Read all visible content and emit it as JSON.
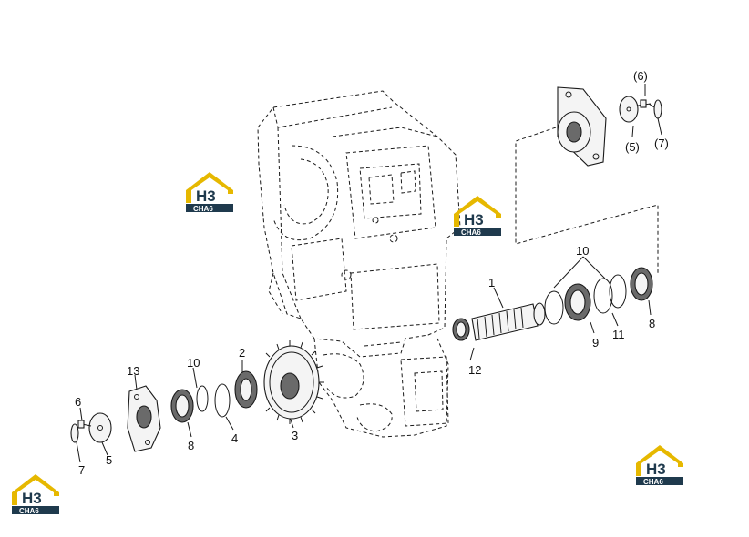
{
  "callouts": {
    "c1": "1",
    "c2": "2",
    "c3": "3",
    "c4": "4",
    "c5": "5",
    "c6": "6",
    "c7": "7",
    "c8a": "8",
    "c8b": "8",
    "c9": "9",
    "c10a": "10",
    "c10b": "10",
    "c11": "11",
    "c12": "12",
    "c13": "13",
    "c5p": "(5)",
    "c6p": "(6)",
    "c7p": "(7)"
  },
  "logo": {
    "mark": "H3",
    "word": "CHA6"
  },
  "colors": {
    "logo_roof": "#e6b800",
    "logo_bar": "#1f3a4d",
    "ink": "#1a1a1a"
  },
  "icons": [
    "watermark-logo"
  ]
}
